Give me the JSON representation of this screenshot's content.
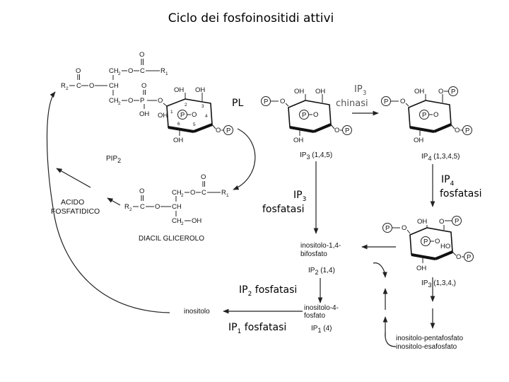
{
  "title": "Ciclo dei fosfoinositidi attivi",
  "enzymes": {
    "pl": "PL",
    "ip3_chinasi_ip": "IP",
    "ip3_chinasi_sub": "3",
    "ip3_chinasi_word": "chinasi",
    "ip3_fosfatasi_ip": "IP",
    "ip3_fosfatasi_sub": "3",
    "ip3_fosfatasi_word": "fosfatasi",
    "ip4_fosfatasi_ip": "IP",
    "ip4_fosfatasi_sub": "4",
    "ip4_fosfatasi_word": "fosfatasi",
    "ip2_fosfatasi_ip": "IP",
    "ip2_fosfatasi_sub": "2",
    "ip2_fosfatasi_word": " fosfatasi",
    "ip1_fosfatasi_ip": "IP",
    "ip1_fosfatasi_sub": "1",
    "ip1_fosfatasi_word": " fosfatasi"
  },
  "compounds": {
    "pip2": "PIP",
    "pip2_sub": "2",
    "acido": "ACIDO",
    "fosfatidico": "FOSFATIDICO",
    "diacil": "DIACIL GLICEROLO",
    "ip3_145": "IP",
    "ip3_145_sub": "3",
    "ip3_145_pos": " (1,4,5)",
    "ip4_1345": "IP",
    "ip4_1345_sub": "4",
    "ip4_1345_pos": " (1,3,4,5)",
    "ip3_134": "IP",
    "ip3_134_sub": "3",
    "ip3_134_pos": " (1,3,4,)",
    "bifosfato_1": "inositolo-1,4-",
    "bifosfato_2": "bifosfato",
    "ip2_14": "IP",
    "ip2_14_sub": "2",
    "ip2_14_pos": " (1,4)",
    "fosfato4_1": "inositolo-4-",
    "fosfato4_2": "fosfato",
    "ip1_4": "IP",
    "ip1_4_sub": "1",
    "ip1_4_pos": " (4)",
    "inositolo": "inositolo",
    "penta": "inositolo-pentafosfato",
    "esa": "inositolo-esafosfato"
  },
  "atoms": {
    "P": "P",
    "O": "O",
    "OH": "OH",
    "HO": "HO",
    "C": "C",
    "CH": "CH",
    "CH2": "CH",
    "R": "R",
    "sub2": "2",
    "sub1": "1",
    "n1": "1",
    "n2": "2",
    "n3": "3",
    "n4": "4",
    "n5": "5",
    "n6": "6"
  }
}
